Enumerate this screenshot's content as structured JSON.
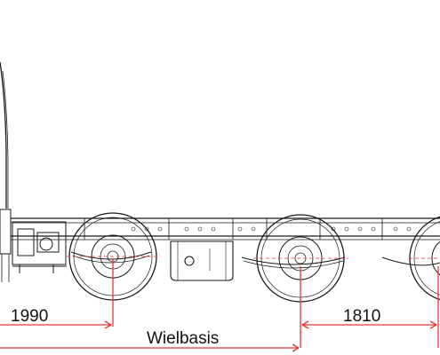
{
  "dimensions": {
    "front_axle_to_first_rear": "1990",
    "rear_axle_spacing": "1810",
    "wheelbase_label": "Wielbasis"
  },
  "colors": {
    "line": "#1a1a1a",
    "dimension": "#e53935",
    "background": "#ffffff"
  }
}
